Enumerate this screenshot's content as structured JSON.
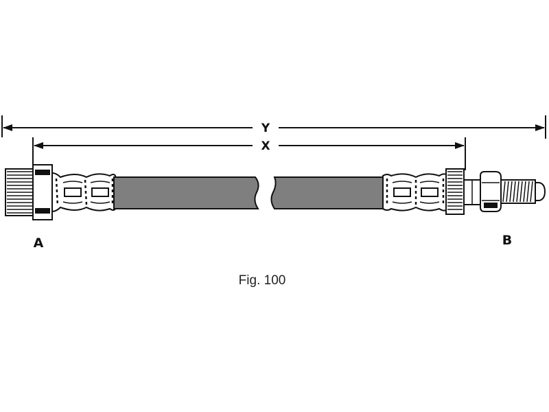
{
  "dimensions": {
    "overall_label": "Y",
    "inner_label": "X"
  },
  "ends": {
    "left_label": "A",
    "right_label": "B"
  },
  "caption": "Fig. 100",
  "colors": {
    "line": "#111111",
    "hose_fill": "#7f7f7f",
    "background": "#ffffff"
  }
}
